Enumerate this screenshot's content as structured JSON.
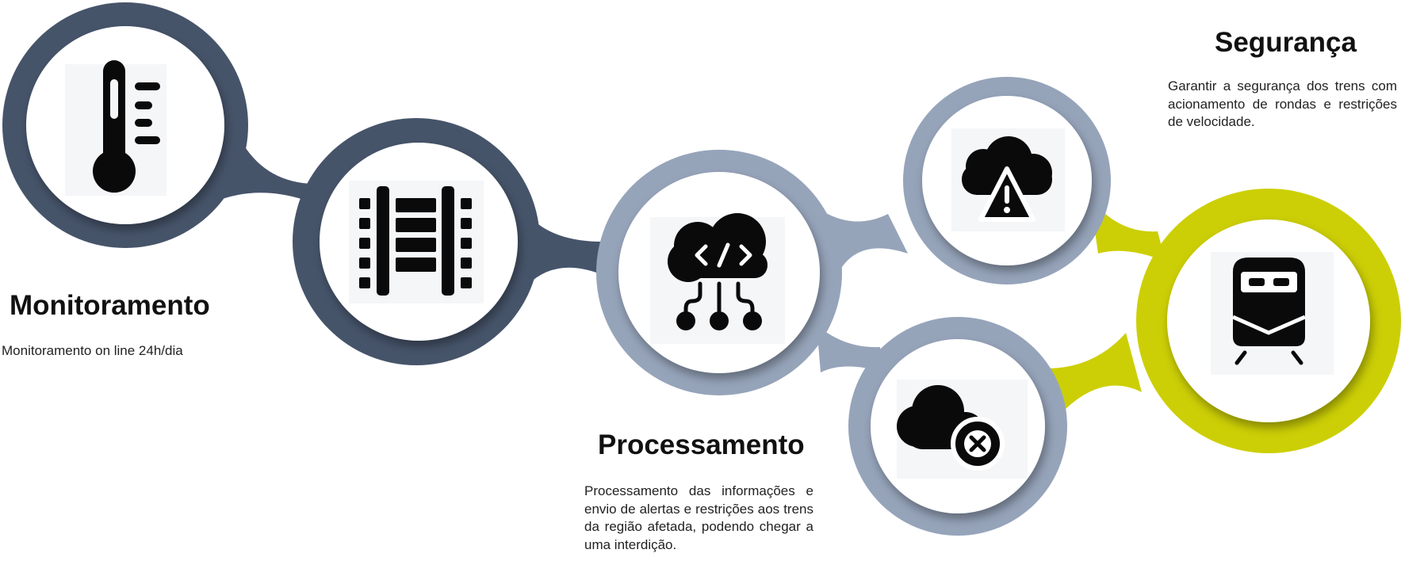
{
  "colors": {
    "dark_slate": "#46546A",
    "light_slate": "#96A4BA",
    "lime": "#CCCF05",
    "icon_black": "#0a0a0a",
    "icon_tile": "#F5F6F8"
  },
  "stages": [
    {
      "title": "Monitoramento",
      "description": "Monitoramento on line 24h/dia"
    },
    {
      "title": "Processamento",
      "description": "Processamento das informações e envio de alertas e restrições aos trens da região afetada, podendo chegar a uma interdição."
    },
    {
      "title": "Segurança",
      "description": "Garantir a segurança dos trens com acionamento de rondas e restrições de velocidade."
    }
  ],
  "icons": [
    "thermometer-icon",
    "railway-track-icon",
    "cloud-code-network-icon",
    "cloud-warning-icon",
    "cloud-error-icon",
    "train-icon"
  ]
}
